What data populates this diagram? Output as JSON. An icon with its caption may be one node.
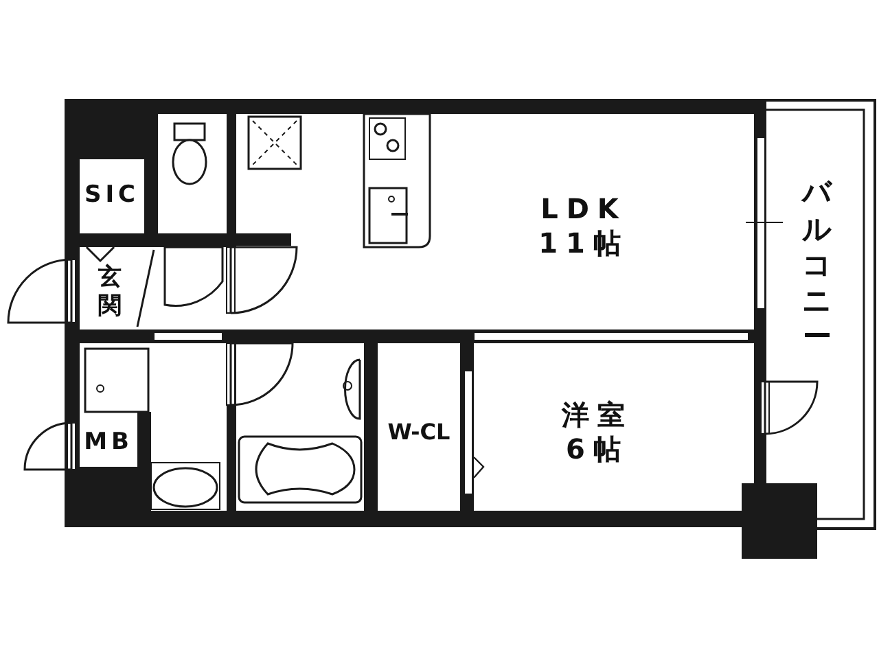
{
  "diagram": {
    "nodes": [
      {
        "text": [
          "SIC"
        ]
      },
      {
        "text": [
          "玄関"
        ]
      },
      {
        "text": [
          "LDK",
          "11帖"
        ]
      },
      {
        "text": [
          "MB"
        ]
      },
      {
        "text": [
          "W-CL"
        ]
      },
      {
        "text": [
          "洋室",
          "6帖"
        ]
      },
      {
        "text": [
          "バルコニー"
        ]
      }
    ],
    "edges": []
  }
}
